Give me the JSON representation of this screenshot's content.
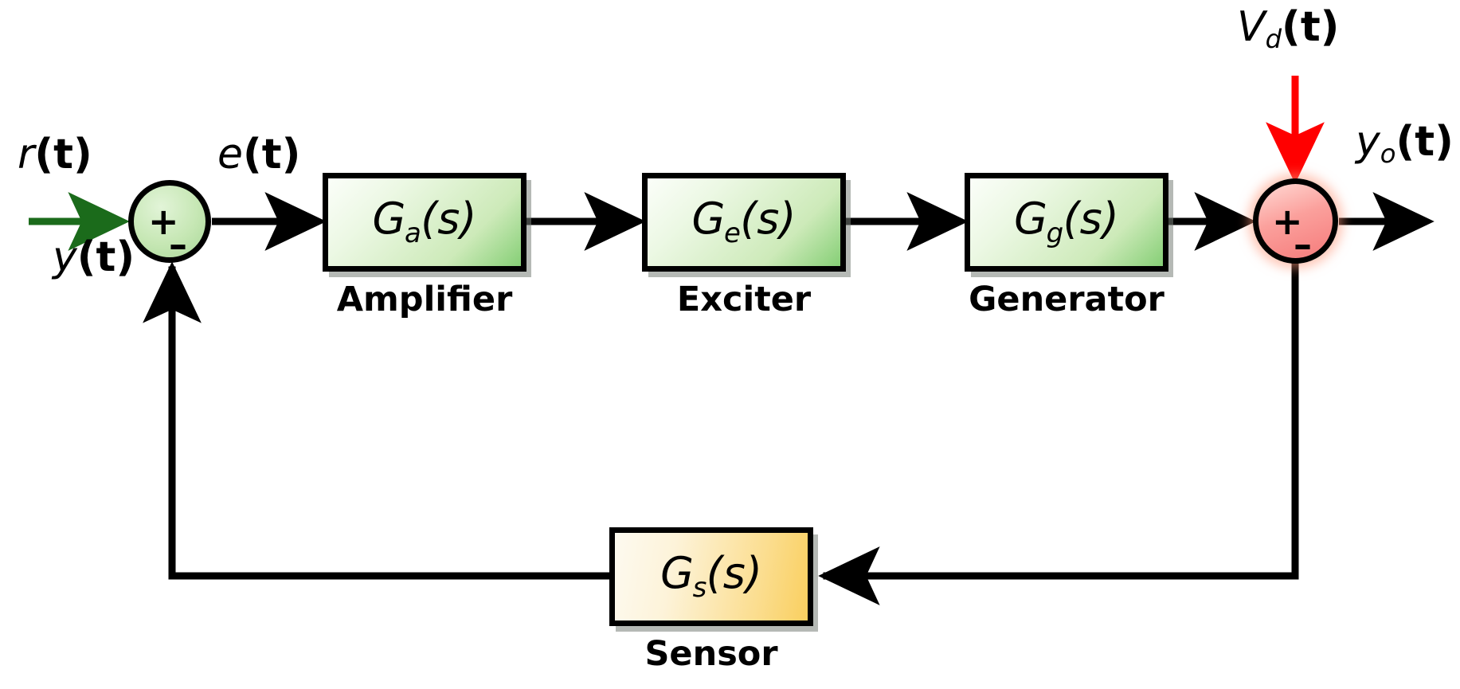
{
  "diagram": {
    "title": "Voltage regulator control system block diagram",
    "background": "#ffffff",
    "colors": {
      "block_green": "#a9d898",
      "block_yellow": "#f9cf5f",
      "node_green": "#c6e7b4",
      "node_red": "#f57b7b",
      "disturbance_arrow": "#ff0000",
      "reference_arrow": "#1b6b1b",
      "wire": "#000000"
    }
  },
  "blocks": [
    {
      "id": "amplifier",
      "formula_g": "G",
      "formula_sub": "a",
      "formula_arg": "(s)",
      "caption": "Amplifier",
      "fill": "green"
    },
    {
      "id": "exciter",
      "formula_g": "G",
      "formula_sub": "e",
      "formula_arg": "(s)",
      "caption": "Exciter",
      "fill": "green"
    },
    {
      "id": "generator",
      "formula_g": "G",
      "formula_sub": "g",
      "formula_arg": "(s)",
      "caption": "Generator",
      "fill": "green"
    },
    {
      "id": "sensor",
      "formula_g": "G",
      "formula_sub": "s",
      "formula_arg": "(s)",
      "caption": "Sensor",
      "fill": "yellow"
    }
  ],
  "summing_junctions": [
    {
      "id": "error-node",
      "fill": "green",
      "plus": "+",
      "minus": "–"
    },
    {
      "id": "output-node",
      "fill": "red",
      "plus": "+",
      "minus": "–"
    }
  ],
  "signals": {
    "reference": {
      "var": "r",
      "sub": "",
      "arg": "(t)"
    },
    "error": {
      "var": "e",
      "sub": "",
      "arg": "(t)"
    },
    "feedback": {
      "var": "y",
      "sub": "",
      "arg": "(t)"
    },
    "disturbance": {
      "var": "V",
      "sub": "d",
      "arg": "(t)"
    },
    "output": {
      "var": "y",
      "sub": "o",
      "arg": "(t)"
    }
  }
}
